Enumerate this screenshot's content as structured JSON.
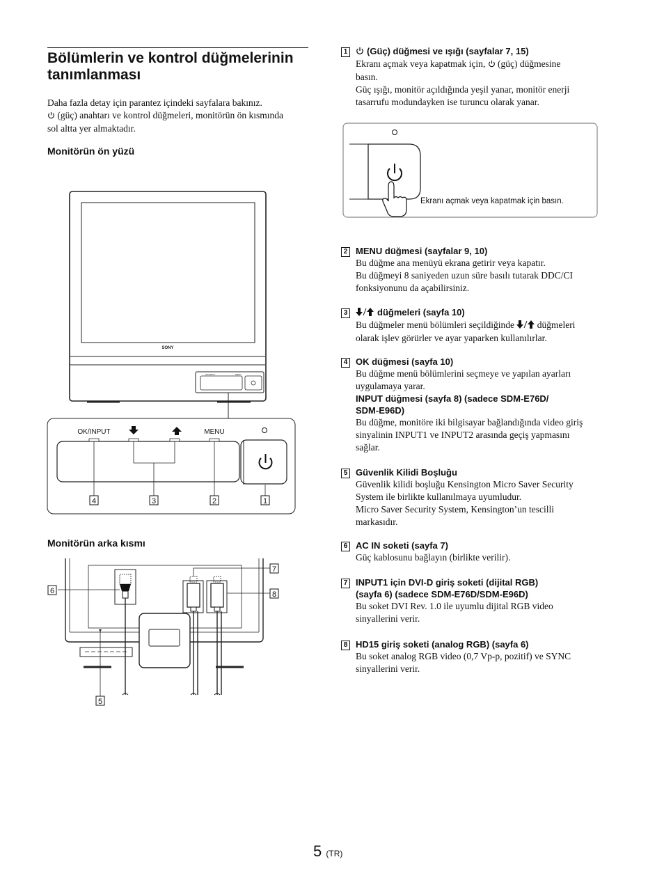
{
  "title": "Bölümlerin ve kontrol düğmelerinin tanımlanması",
  "intro": [
    "Daha fazla detay için parantez içindeki sayfalara bakınız.",
    "(güç) anahtarı ve kontrol düğmeleri, monitörün ön kısmında",
    "sol altta yer almaktadır."
  ],
  "front_heading": "Monitörün ön yüzü",
  "back_heading": "Monitörün arka kısmı",
  "front_figure": {
    "brand": "SONY",
    "labels": {
      "okinput": "OK/INPUT",
      "menu": "MENU"
    },
    "callouts": [
      "4",
      "3",
      "2",
      "1"
    ]
  },
  "back_figure": {
    "callouts": [
      "6",
      "5",
      "7",
      "8"
    ]
  },
  "power_figure": {
    "caption": "Ekranı açmak veya kapatmak için basın."
  },
  "items": [
    {
      "num": "1",
      "heading": "(Güç) düğmesi ve ışığı (sayfalar 7, 15)",
      "lines": [
        "Ekranı açmak veya kapatmak için,",
        "(güç) düğmesine",
        "basın.",
        "Güç ışığı, monitör açıldığında yeşil yanar, monitör enerji",
        "tasarrufu modundayken ise turuncu olarak yanar."
      ]
    },
    {
      "num": "2",
      "heading": "MENU düğmesi (sayfalar 9, 10)",
      "lines": [
        "Bu düğme ana menüyü ekrana getirir veya kapatır.",
        "Bu düğmeyi 8 saniyeden uzun süre basılı tutarak DDC/CI",
        "fonksiyonunu da açabilirsiniz."
      ]
    },
    {
      "num": "3",
      "heading": "düğmeleri (sayfa 10)",
      "lines": [
        "Bu düğmeler menü bölümleri seçildiğinde",
        "düğmeleri",
        "olarak işlev görürler ve ayar yaparken kullanılırlar."
      ]
    },
    {
      "num": "4",
      "heading": "OK düğmesi (sayfa 10)",
      "lines": [
        "Bu düğme menü bölümlerini seçmeye ve yapılan ayarları",
        "uygulamaya yarar."
      ],
      "subheading": [
        "INPUT düğmesi (sayfa 8) (sadece SDM-E76D/",
        "SDM-E96D)"
      ],
      "sublines": [
        "Bu düğme, monitöre iki bilgisayar bağlandığında video giriş",
        "sinyalinin INPUT1 ve INPUT2 arasında geçiş yapmasını",
        "sağlar."
      ]
    },
    {
      "num": "5",
      "heading": "Güvenlik Kilidi Boşluğu",
      "lines": [
        "Güvenlik kilidi boşluğu Kensington Micro Saver Security",
        "System ile birlikte kullanılmaya uyumludur.",
        "Micro Saver Security System, Kensington’un tescilli",
        "markasıdır."
      ]
    },
    {
      "num": "6",
      "heading": "AC IN soketi (sayfa 7)",
      "lines": [
        "Güç kablosunu bağlayın (birlikte verilir)."
      ]
    },
    {
      "num": "7",
      "heading": [
        "INPUT1 için DVI-D giriş soketi (dijital RGB)",
        "(sayfa 6) (sadece SDM-E76D/SDM-E96D)"
      ],
      "lines": [
        "Bu soket DVI Rev. 1.0 ile uyumlu dijital RGB video",
        "sinyallerini verir."
      ]
    },
    {
      "num": "8",
      "heading": "HD15 giriş soketi (analog RGB) (sayfa 6)",
      "lines": [
        "Bu soket analog RGB video (0,7 Vp-p, pozitif) ve SYNC",
        "sinyallerini verir."
      ]
    }
  ],
  "page_number": "5",
  "page_suffix": "(TR)"
}
